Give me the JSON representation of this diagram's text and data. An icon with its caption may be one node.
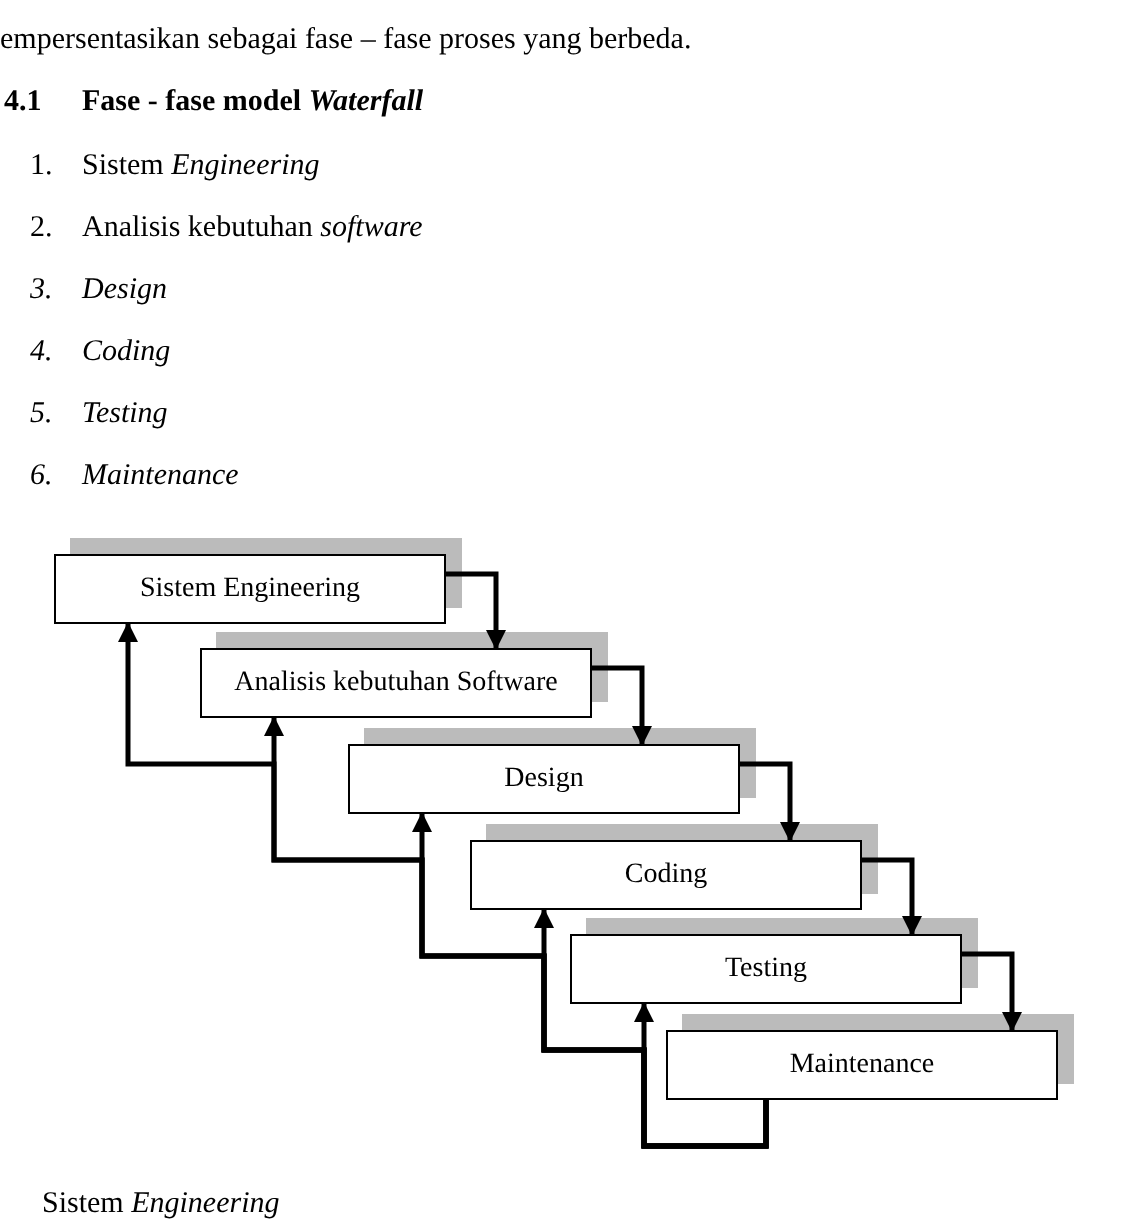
{
  "diagram": {
    "nodes": [
      {
        "text": [
          "Sistem Engineering"
        ]
      },
      {
        "text": [
          "Analisis kebutuhan Software"
        ]
      },
      {
        "text": [
          "Design"
        ]
      },
      {
        "text": [
          "Coding"
        ]
      },
      {
        "text": [
          "Testing"
        ]
      },
      {
        "text": [
          "Maintenance"
        ]
      }
    ],
    "edges": [
      {
        "from": 0,
        "to": 1,
        "arrow": "to"
      },
      {
        "from": 1,
        "to": 2,
        "arrow": "to"
      },
      {
        "from": 2,
        "to": 3,
        "arrow": "to"
      },
      {
        "from": 3,
        "to": 4,
        "arrow": "to"
      },
      {
        "from": 4,
        "to": 5,
        "arrow": "to"
      },
      {
        "from": 5,
        "to": 4,
        "arrow": "to"
      },
      {
        "from": 5,
        "to": 3,
        "arrow": "to"
      },
      {
        "from": 5,
        "to": 2,
        "arrow": "to"
      },
      {
        "from": 5,
        "to": 1,
        "arrow": "to"
      },
      {
        "from": 5,
        "to": 0,
        "arrow": "to"
      }
    ],
    "labels": [
      "empersentasikan sebagai fase – fase proses yang berbeda.",
      "4.1",
      "Fase - fase model *Waterfall*",
      "1.",
      "Sistem *Engineering*",
      "2.",
      "Analisis kebutuhan *software*",
      "3.",
      "Design",
      "4.",
      "Coding",
      "5.",
      "Testing",
      "6.",
      "Maintenance",
      "Sistem *Engineering*"
    ]
  }
}
